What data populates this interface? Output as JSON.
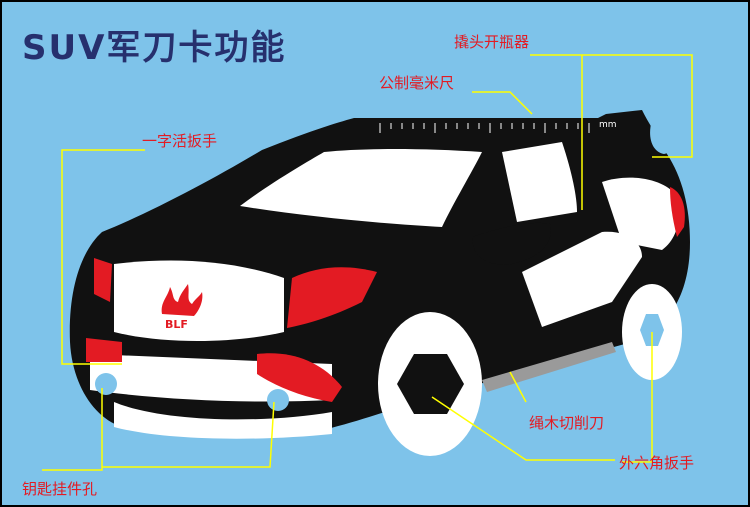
{
  "title": "SUV军刀卡功能",
  "labels": {
    "bottle_opener": "撬头开瓶器",
    "ruler": "公制毫米尺",
    "flat_wrench": "一字活扳手",
    "rope_cutter": "绳木切削刀",
    "hex_wrench": "外六角扳手",
    "keyring_hole": "钥匙挂件孔"
  },
  "ruler_unit": "mm",
  "logo_text": "BLF",
  "colors": {
    "background": "#7ec3ea",
    "label_red": "#e31b23",
    "title_navy": "#26306e",
    "leader_yellow": "#ffff00",
    "car_black": "#111111",
    "light_red": "#e31b23"
  }
}
